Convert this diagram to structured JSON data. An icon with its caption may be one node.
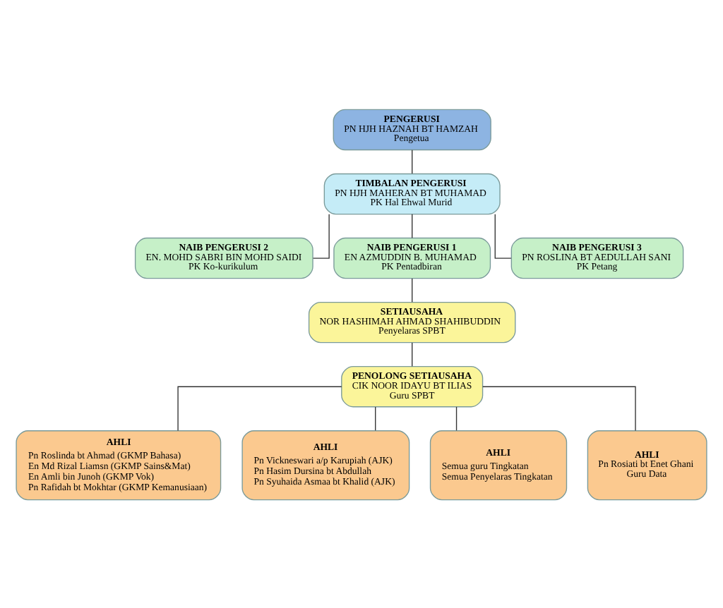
{
  "diagram": {
    "nodes": [
      {
        "text": [
          "PENGERUSI",
          "PN HJH HAZNAH BT HAMZAH",
          "Pengetua"
        ]
      },
      {
        "text": [
          "TIMBALAN PENGERUSI",
          "PN HJH MAHERAN BT MUHAMAD",
          "PK Hal Ehwal Murid"
        ]
      },
      {
        "text": [
          "NAIB PENGERUSI 2",
          "EN. MOHD SABRI BIN MOHD SAIDI",
          "PK Ko-kurikulum"
        ]
      },
      {
        "text": [
          "NAIB PENGERUSI 1",
          "EN AZMUDDIN B. MUHAMAD",
          "PK Pentadbiran"
        ]
      },
      {
        "text": [
          "NAIB PENGERUSI 3",
          "PN ROSLINA BT AEDULLAH SANI",
          "PK Petang"
        ]
      },
      {
        "text": [
          "SETIAUSAHA",
          "NOR HASHIMAH AHMAD SHAHIBUDDIN",
          "Penyelaras SPBT"
        ]
      },
      {
        "text": [
          "PENOLONG SETIAUSAHA",
          "CIK NOOR IDAYU BT ILIAS",
          "Guru SPBT"
        ]
      },
      {
        "text": [
          "AHLI",
          "Pn Roslinda bt Ahmad (GKMP Bahasa)",
          "En Md Rizal Liamsn (GKMP Sains&Mat)",
          "En Amli bin Junoh (GKMP Vok)",
          "Pn Rafidah bt Mokhtar (GKMP Kemanusiaan)"
        ]
      },
      {
        "text": [
          "AHLI",
          "Pn Vickneswari a/p Karupiah (AJK)",
          "Pn Hasim Dursina bt Abdullah",
          "Pn Syuhaida Asmaa bt Khalid (AJK)"
        ]
      },
      {
        "text": [
          "AHLI",
          "Semua guru Tingkatan",
          "Semua Penyelaras Tingkatan"
        ]
      },
      {
        "text": [
          "AHLI",
          "Pn Rosiati bt Enet Ghani",
          "Guru Data"
        ]
      }
    ],
    "edges": [
      {
        "from": 0,
        "to": 1,
        "arrow": "none"
      },
      {
        "from": 1,
        "to": 2,
        "arrow": "none"
      },
      {
        "from": 1,
        "to": 3,
        "arrow": "none"
      },
      {
        "from": 1,
        "to": 4,
        "arrow": "none"
      },
      {
        "from": 3,
        "to": 5,
        "arrow": "none"
      },
      {
        "from": 5,
        "to": 6,
        "arrow": "none"
      },
      {
        "from": 6,
        "to": 7,
        "arrow": "none"
      },
      {
        "from": 6,
        "to": 8,
        "arrow": "none"
      },
      {
        "from": 6,
        "to": 9,
        "arrow": "none"
      },
      {
        "from": 6,
        "to": 10,
        "arrow": "none"
      }
    ]
  }
}
